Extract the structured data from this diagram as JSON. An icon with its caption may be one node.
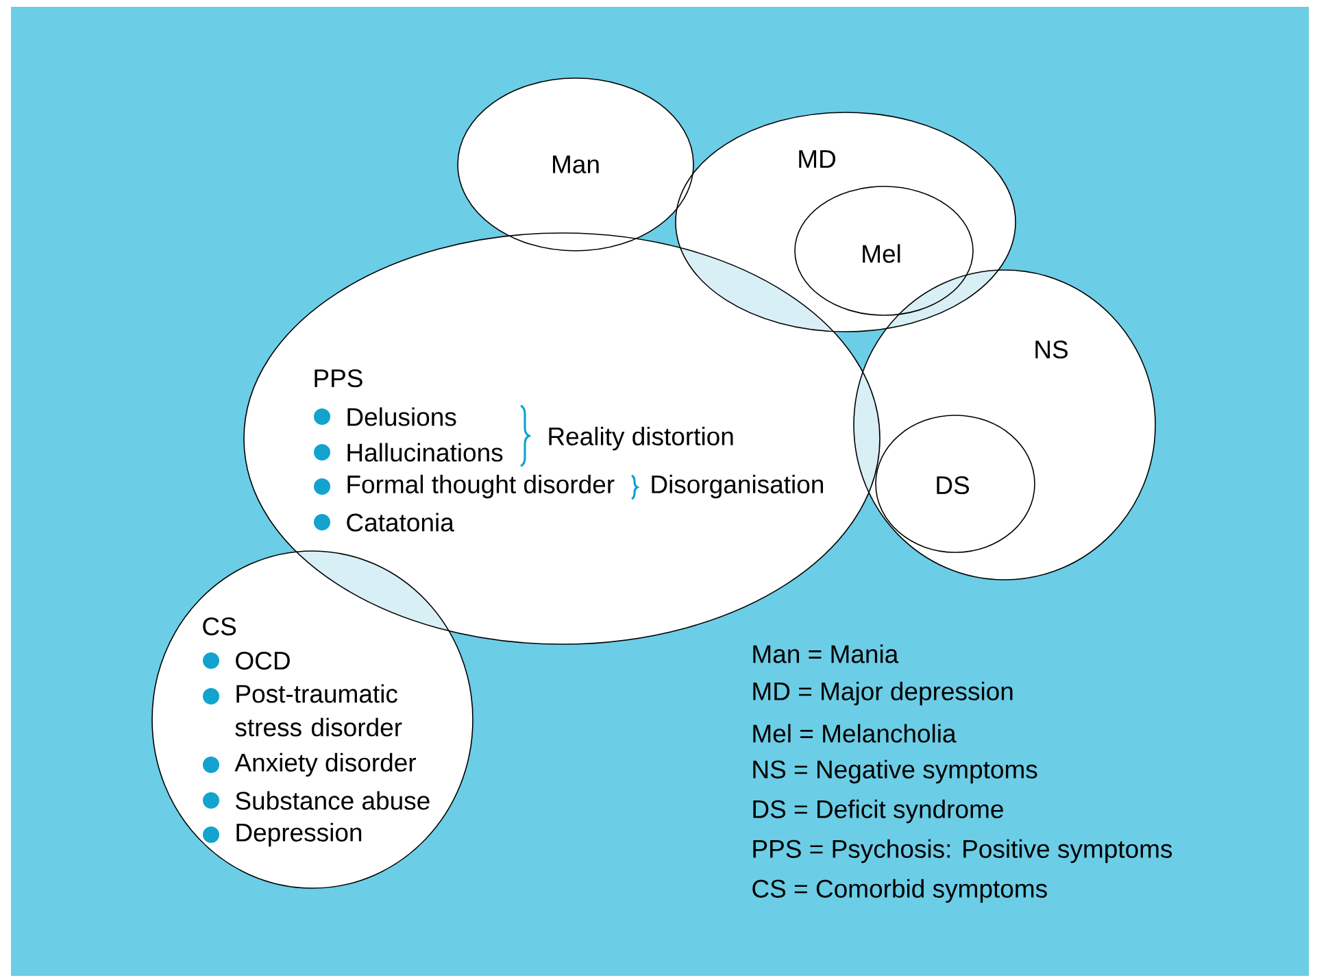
{
  "diagram": {
    "nodes": [
      {
        "text": [
          "Man"
        ]
      },
      {
        "text": [
          "MD"
        ]
      },
      {
        "text": [
          "Mel"
        ],
        "in": 1
      },
      {
        "text": [
          "NS"
        ]
      },
      {
        "text": [
          "DS"
        ],
        "in": 3
      },
      {
        "text": [
          "PPS",
          "Delusions",
          "Hallucinations",
          "Formal thought disorder",
          "Catatonia",
          "Reality distortion",
          "Disorganisation"
        ]
      },
      {
        "text": [
          "CS",
          "OCD",
          "Post-traumatic stress disorder",
          "Anxiety disorder",
          "Substance abuse",
          "Depression"
        ]
      }
    ],
    "labels": [
      "Man = Mania",
      "MD = Major depression",
      "Mel = Melancholia",
      "NS = Negative symptoms",
      "DS = Deficit syndrome",
      "PPS = Psychosis: Positive symptoms",
      "CS = Comorbid symptoms"
    ]
  }
}
